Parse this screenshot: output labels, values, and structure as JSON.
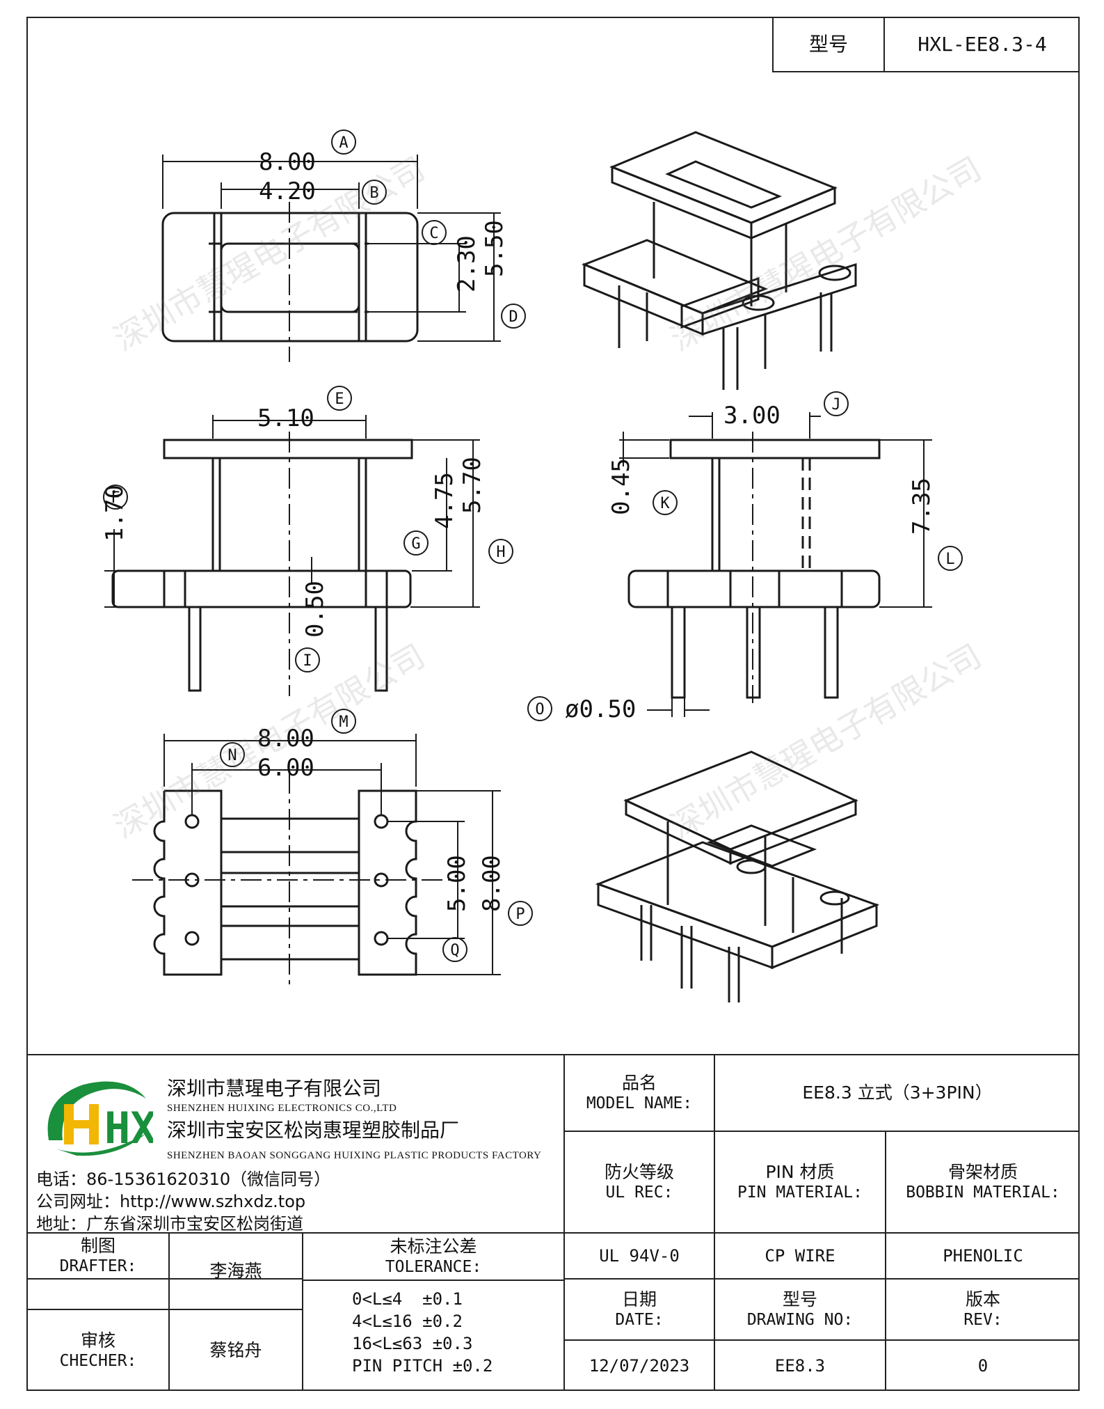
{
  "header": {
    "model_label": "型号",
    "model_value": "HXL-EE8.3-4"
  },
  "drawing": {
    "dims": {
      "A": "8.00",
      "B": "4.20",
      "C": "2.30",
      "D": "5.50",
      "E": "5.10",
      "F": "1.70",
      "G": "4.75",
      "H": "5.70",
      "I": "0.50",
      "J": "3.00",
      "K": "0.45",
      "L": "7.35",
      "O": "ø0.50",
      "M": "8.00",
      "N": "6.00",
      "Q": "5.00",
      "P": "8.00"
    },
    "letters": [
      "A",
      "B",
      "C",
      "D",
      "E",
      "F",
      "G",
      "H",
      "I",
      "J",
      "K",
      "L",
      "O",
      "M",
      "N",
      "Q",
      "P"
    ]
  },
  "watermark": "深圳市慧瑆电子有限公司",
  "company": {
    "logo_text": "HX",
    "name_cn": "深圳市慧瑆电子有限公司",
    "name_en": "SHENZHEN HUIXING ELECTRONICS CO.,LTD",
    "factory_cn": "深圳市宝安区松岗惠瑆塑胶制品厂",
    "factory_en": "SHENZHEN BAOAN SONGGANG HUIXING PLASTIC PRODUCTS FACTORY",
    "phone": "电话：86-15361620310（微信同号）",
    "website": "公司网址：http://www.szhxdz.top",
    "address": "地址：广东省深圳市宝安区松岗街道"
  },
  "title_block": {
    "model_name_cn": "品名",
    "model_name_en": "MODEL NAME:",
    "model_name_value": "EE8.3 立式（3+3PIN）",
    "ul_cn": "防火等级",
    "ul_en": "UL REC:",
    "pin_cn": "PIN 材质",
    "pin_en": "PIN MATERIAL:",
    "bobbin_cn": "骨架材质",
    "bobbin_en": "BOBBIN MATERIAL:",
    "ul_value": "UL 94V-0",
    "pin_value": "CP WIRE",
    "bobbin_value": "PHENOLIC",
    "drafter_cn": "制图",
    "drafter_en": "DRAFTER:",
    "drafter_name": "李海燕",
    "checker_cn": "审核",
    "checker_en": "CHECHER:",
    "checker_name": "蔡铭舟",
    "tolerance_cn": "未标注公差",
    "tolerance_en": "TOLERANCE:",
    "tolerances": [
      "0<L≤4  ±0.1",
      "4<L≤16 ±0.2",
      "16<L≤63 ±0.3",
      "PIN PITCH ±0.2"
    ],
    "date_cn": "日期",
    "date_en": "DATE:",
    "date_value": "12/07/2023",
    "drawing_no_cn": "型号",
    "drawing_no_en": "DRAWING NO:",
    "drawing_no_value": "EE8.3",
    "rev_cn": "版本",
    "rev_en": "REV:",
    "rev_value": "0"
  }
}
